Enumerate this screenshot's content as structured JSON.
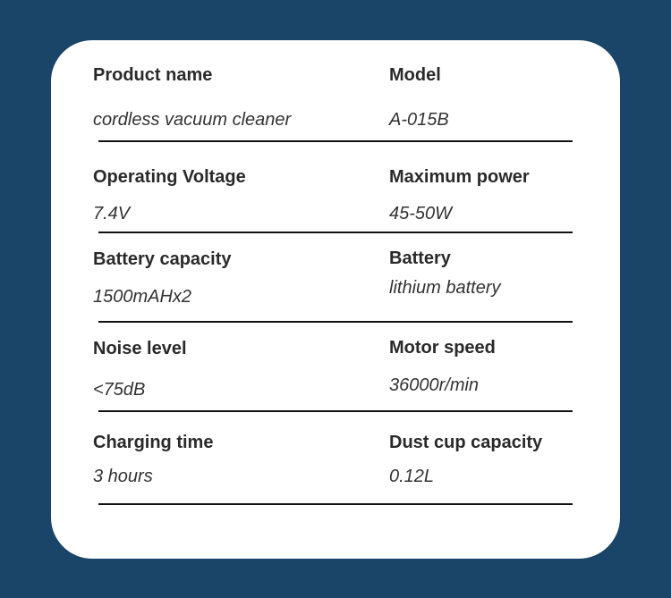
{
  "specs": [
    {
      "label": "Product name",
      "value": "cordless vacuum cleaner"
    },
    {
      "label": "Model",
      "value": "A-015B"
    },
    {
      "label": "Operating Voltage",
      "value": "7.4V"
    },
    {
      "label": "Maximum power",
      "value": "45-50W"
    },
    {
      "label": "Battery capacity",
      "value": "1500mAHx2"
    },
    {
      "label": "Battery",
      "value": "lithium battery"
    },
    {
      "label": "Noise level",
      "value": "<75dB"
    },
    {
      "label": "Motor speed",
      "value": "36000r/min"
    },
    {
      "label": "Charging time",
      "value": "3 hours"
    },
    {
      "label": "Dust cup capacity",
      "value": "0.12L"
    }
  ],
  "colors": {
    "background": "#1a4468",
    "card": "#ffffff",
    "text": "#2a2a2a",
    "divider": "#111111"
  }
}
